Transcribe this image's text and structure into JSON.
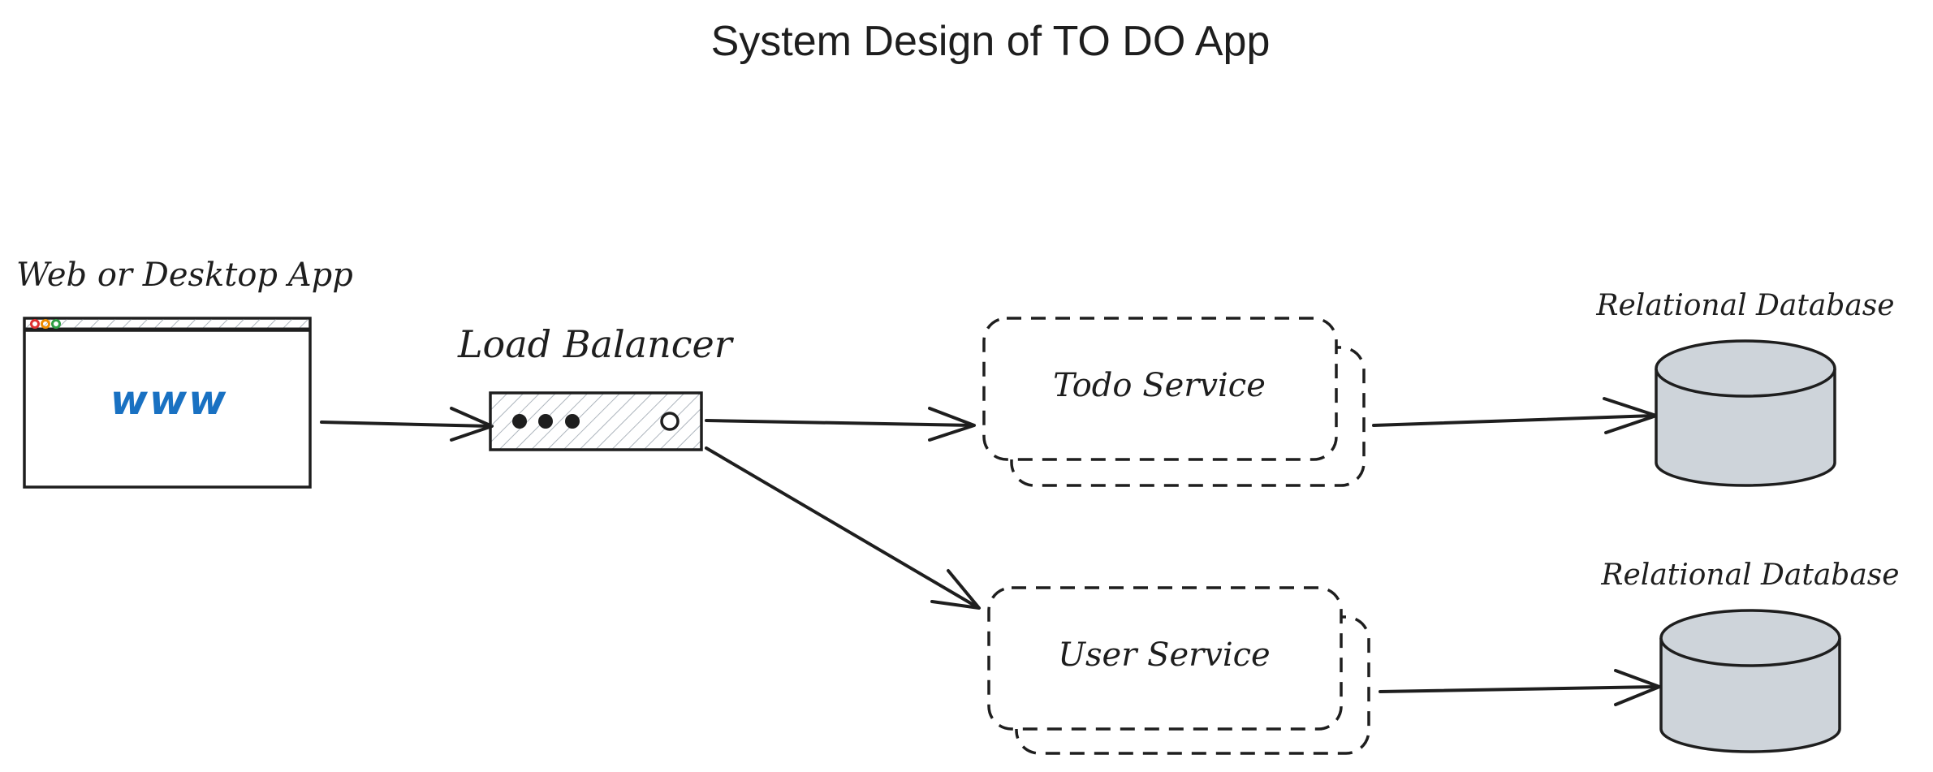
{
  "title": "System Design of TO DO App",
  "client": {
    "label": "Web or Desktop App",
    "screen_text": "www",
    "window_dots": [
      "#e03131",
      "#f08c00",
      "#2f9e44"
    ]
  },
  "load_balancer": {
    "label": "Load Balancer"
  },
  "services": [
    {
      "label": "Todo Service"
    },
    {
      "label": "User Service"
    }
  ],
  "databases": [
    {
      "label": "Relational Database"
    },
    {
      "label": "Relational Database"
    }
  ],
  "colors": {
    "ink": "#1e1e1e",
    "accent": "#1971c2",
    "database_fill": "#ced4da"
  }
}
